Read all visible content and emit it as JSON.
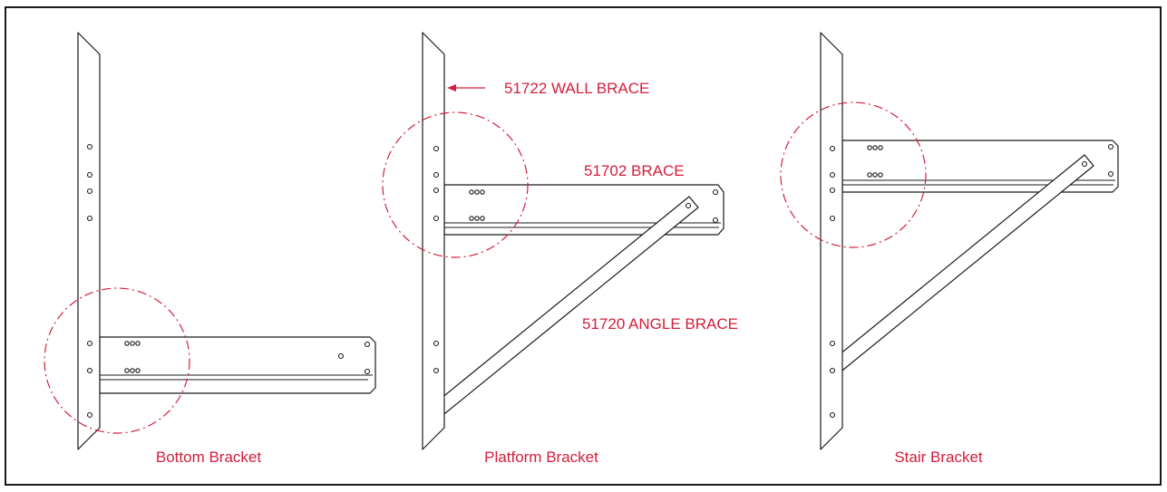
{
  "accent_color": "#d21f3c",
  "line_color": "#1a1a1a",
  "labels": {
    "wall_brace": "51722 WALL BRACE",
    "brace": "51702 BRACE",
    "angle_brace": "51720 ANGLE BRACE"
  },
  "captions": {
    "bottom": "Bottom Bracket",
    "platform": "Platform Bracket",
    "stair": "Stair Bracket"
  }
}
